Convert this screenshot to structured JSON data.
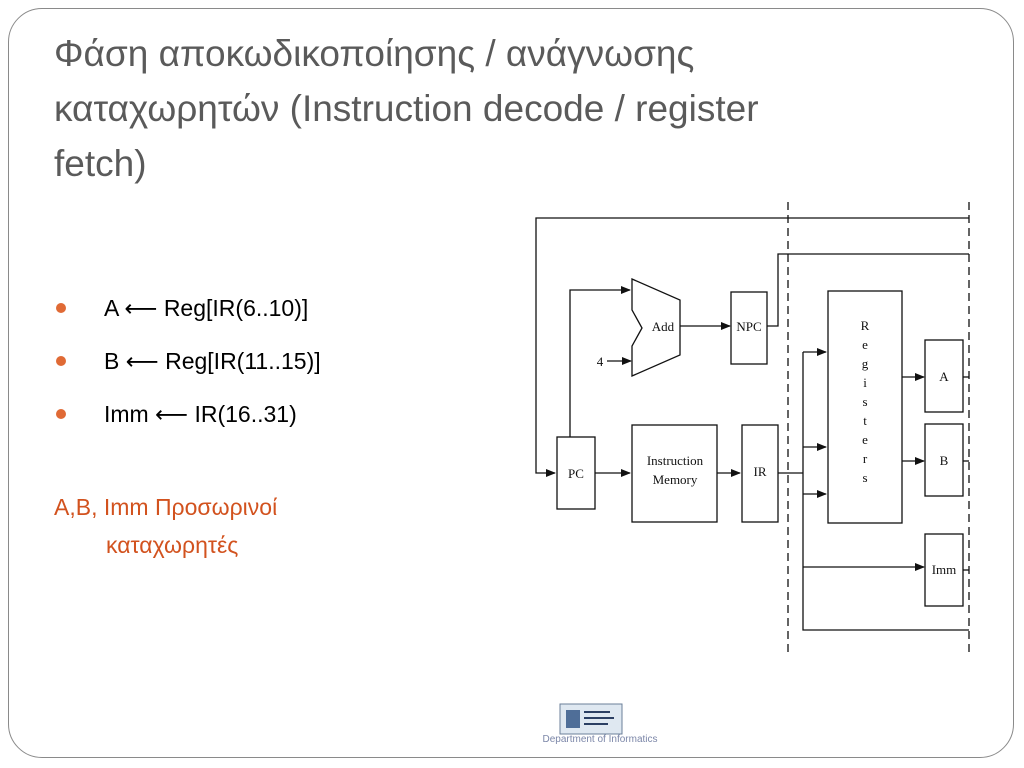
{
  "title": {
    "line1": "Φάση αποκωδικοποίησης / ανάγνωσης",
    "line2": "καταχωρητών (Instruction decode / register",
    "line3": "fetch)"
  },
  "bullets": [
    {
      "text": "A ⟵ Reg[IR(6..10)]"
    },
    {
      "text": "B ⟵ Reg[IR(11..15)]"
    },
    {
      "text": "Imm ⟵ IR(16..31)"
    }
  ],
  "note": {
    "line1": "A,B, Imm Προσωρινοί",
    "line2": "καταχωρητές"
  },
  "diagram": {
    "add": "Add",
    "four": "4",
    "npc": "NPC",
    "pc": "PC",
    "instruction_memory_1": "Instruction",
    "instruction_memory_2": "Memory",
    "ir": "IR",
    "registers_letters": [
      "R",
      "e",
      "g",
      "i",
      "s",
      "t",
      "e",
      "r",
      "s"
    ],
    "a": "A",
    "b": "B",
    "imm": "Imm"
  },
  "logo": {
    "caption": "Department of Informatics"
  },
  "colors": {
    "title": "#5a5a5a",
    "accent": "#d2521e",
    "bullet": "#e06a35"
  }
}
